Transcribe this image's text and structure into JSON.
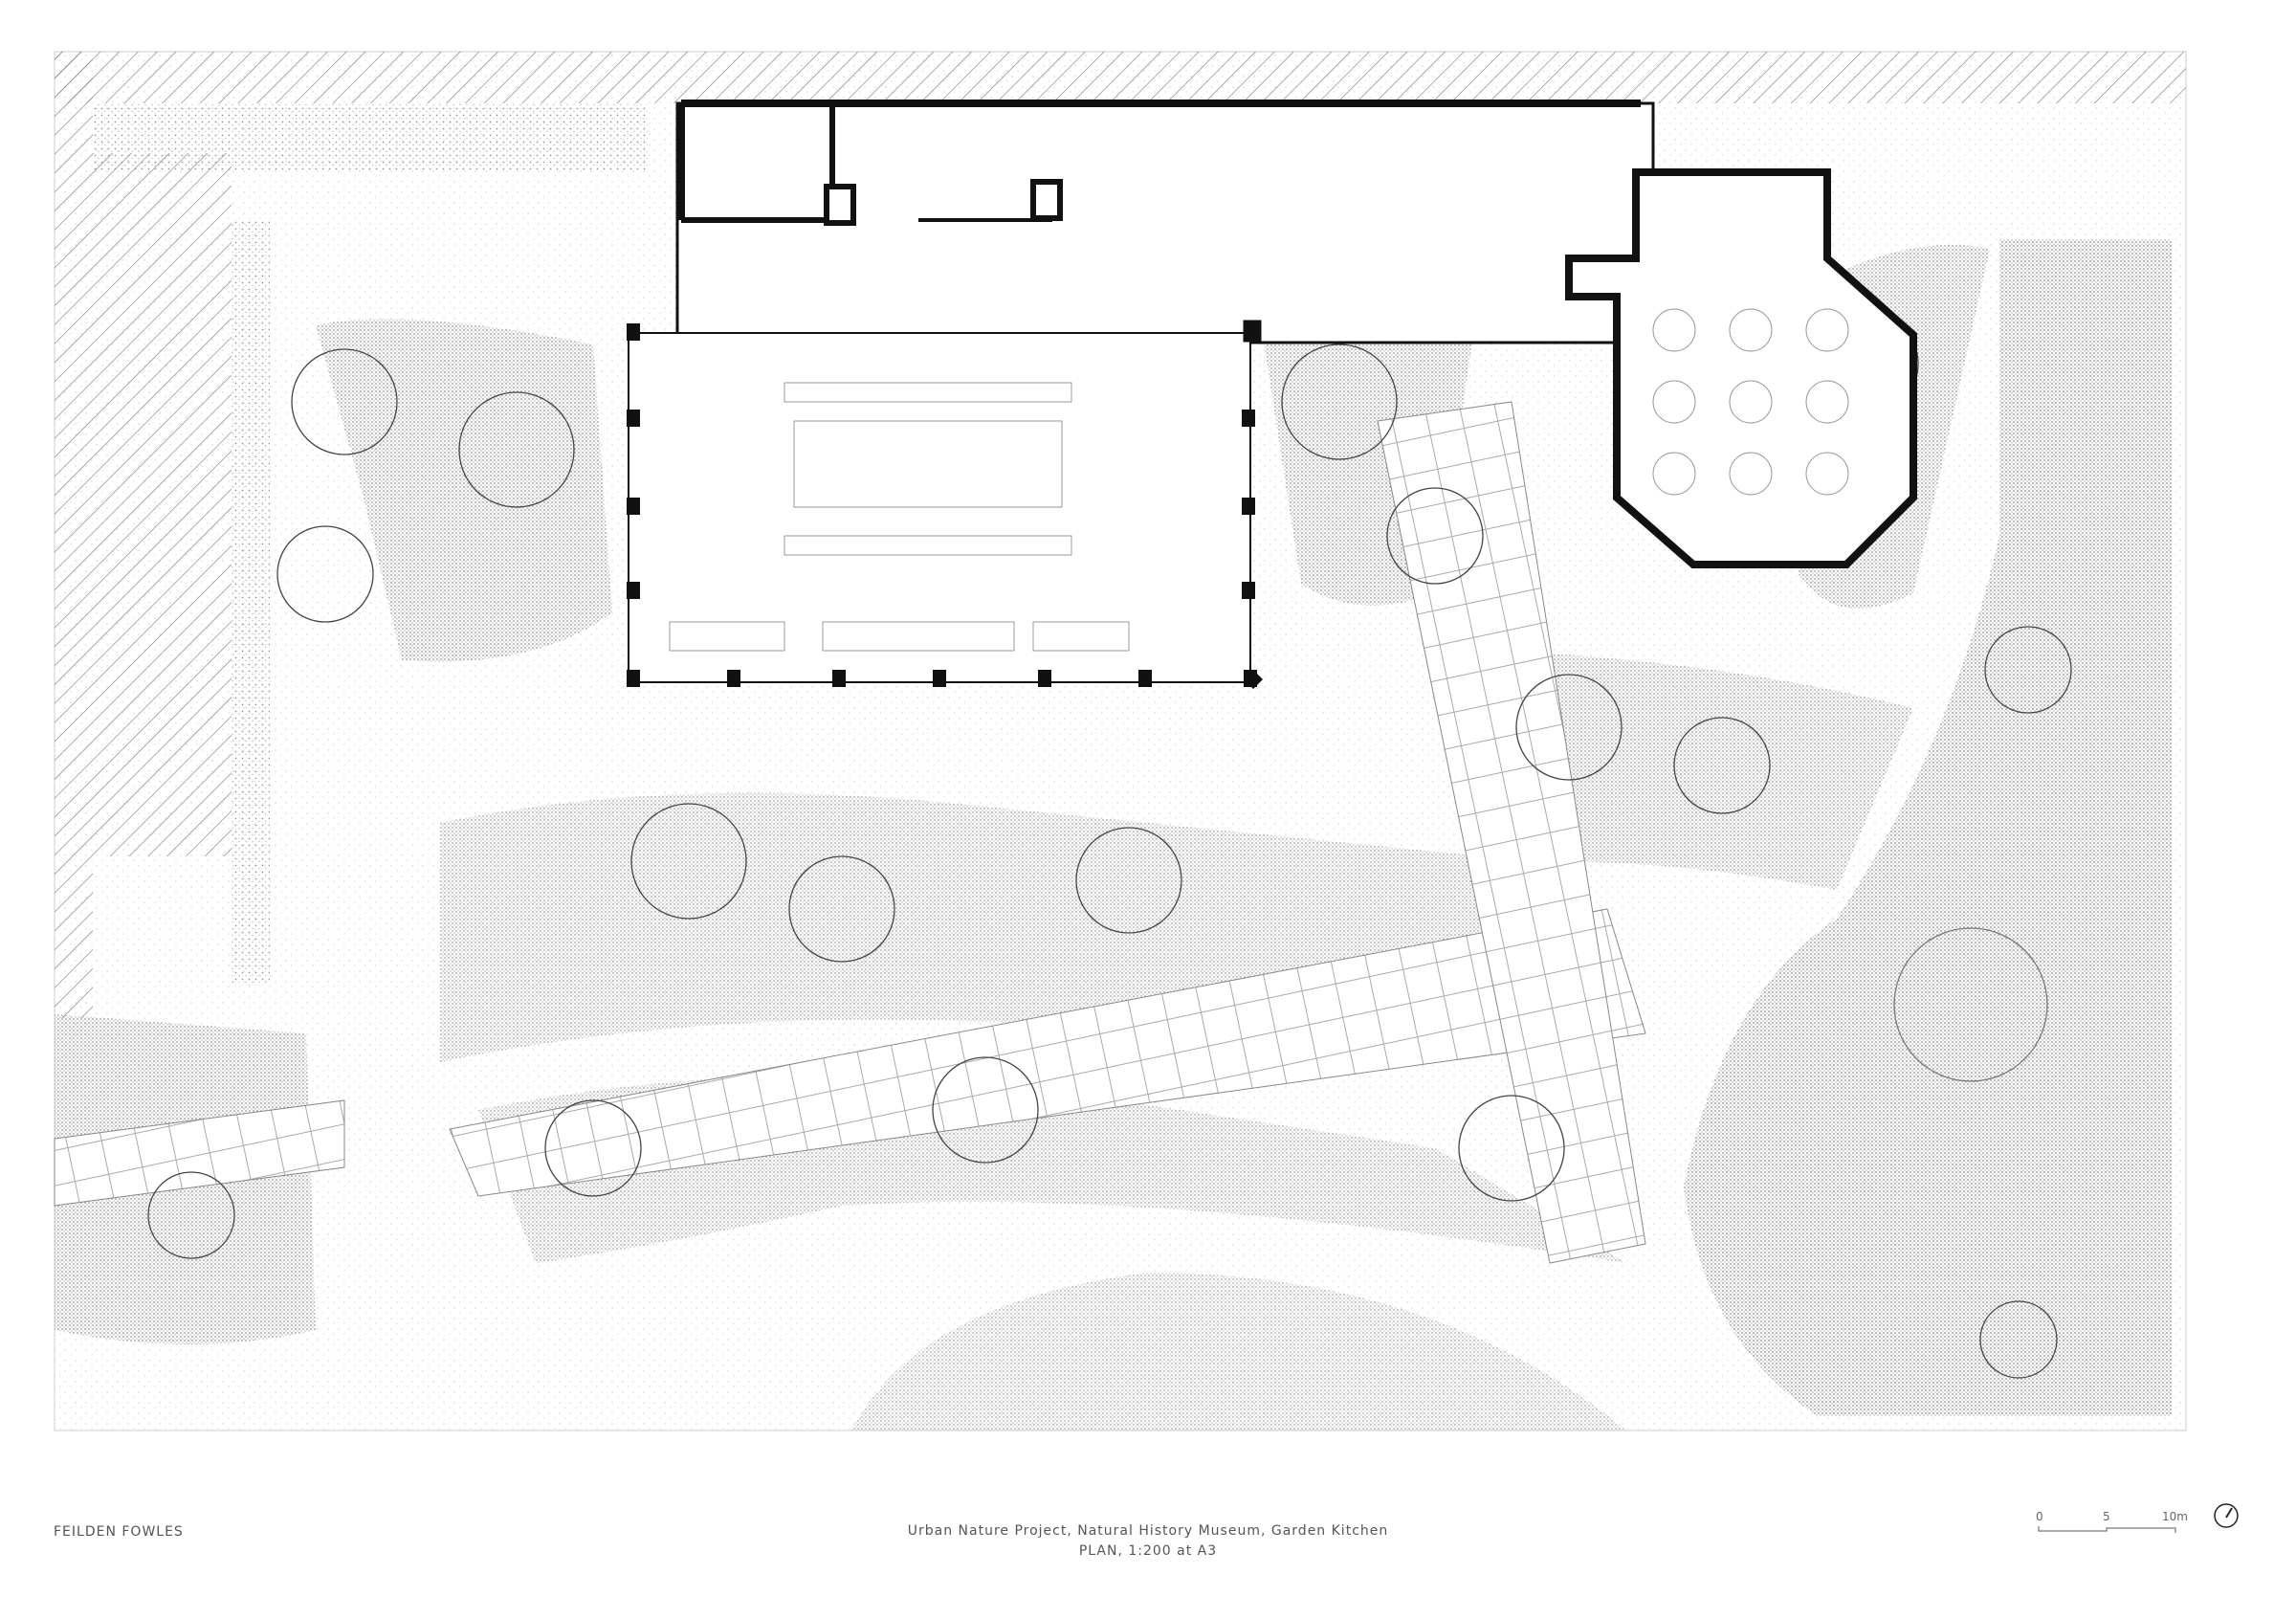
{
  "firm_name": "FEILDEN FOWLES",
  "title": {
    "line1": "Urban Nature Project, Natural History Museum, Garden Kitchen",
    "line2": "PLAN, 1:200 at A3"
  },
  "scale_bar": {
    "labels": [
      "0",
      "5",
      "10m"
    ]
  },
  "north_icon": "north-arrow-icon",
  "colors": {
    "ink": "#111111",
    "stipple": "#8a8a8a",
    "paper": "#ffffff"
  }
}
